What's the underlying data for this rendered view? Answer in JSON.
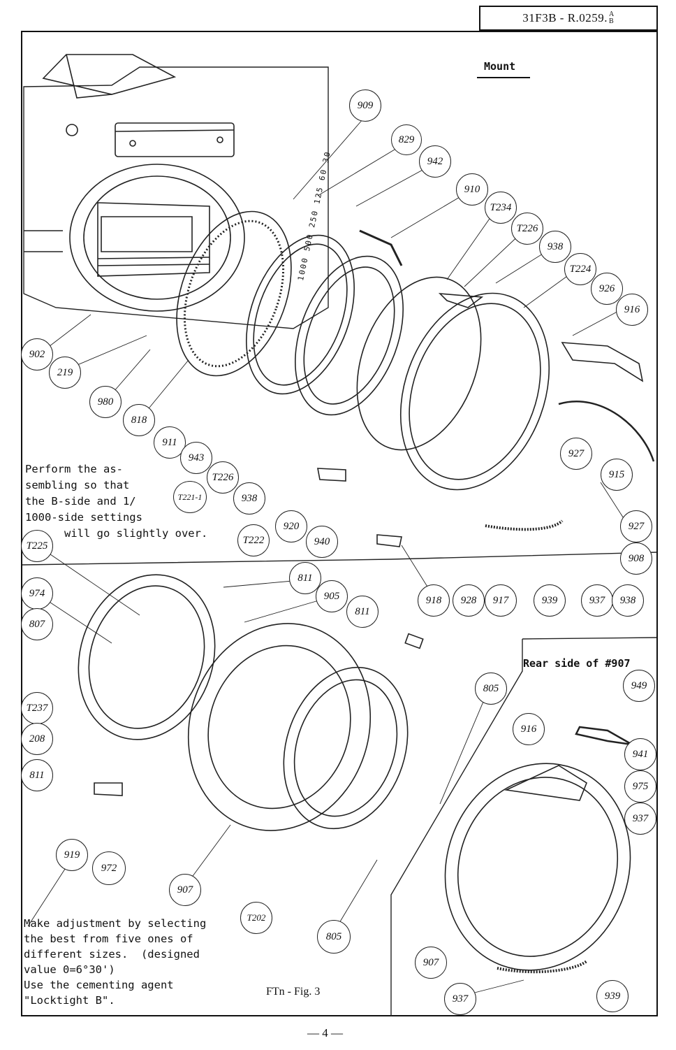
{
  "page_id": {
    "code": "31F3B - R.0259.",
    "frac_top": "A",
    "frac_bottom": "B"
  },
  "title": "Mount",
  "note_top": "Perform the as-\nsembling so that\nthe B-side and 1/\n1000-side settings\n      will go slightly over.",
  "note_bottom": "Make adjustment by selecting\nthe best from five ones of\ndifferent sizes.  (designed\nvalue 0=6°30')\nUse the cementing agent\n\"Locktight B\".",
  "inset_title": "Rear side of #907",
  "figure_caption": "FTn - Fig. 3",
  "page_number": "— 4 —",
  "shutter_scale": "1000 500 250 125 60 30",
  "callouts": [
    "909",
    "829",
    "942",
    "910",
    "T234",
    "T226",
    "938",
    "T224",
    "926",
    "916",
    "902",
    "219",
    "980",
    "818",
    "911",
    "943",
    "T226",
    "T221-1",
    "938",
    "T222",
    "920",
    "940",
    "927",
    "915",
    "927",
    "908",
    "918",
    "928",
    "917",
    "939",
    "937",
    "938",
    "T225",
    "974",
    "807",
    "811",
    "905",
    "811",
    "T237",
    "208",
    "811",
    "919",
    "972",
    "907",
    "T202",
    "805",
    "805",
    "949",
    "916",
    "941",
    "975",
    "937",
    "907",
    "937",
    "939"
  ]
}
